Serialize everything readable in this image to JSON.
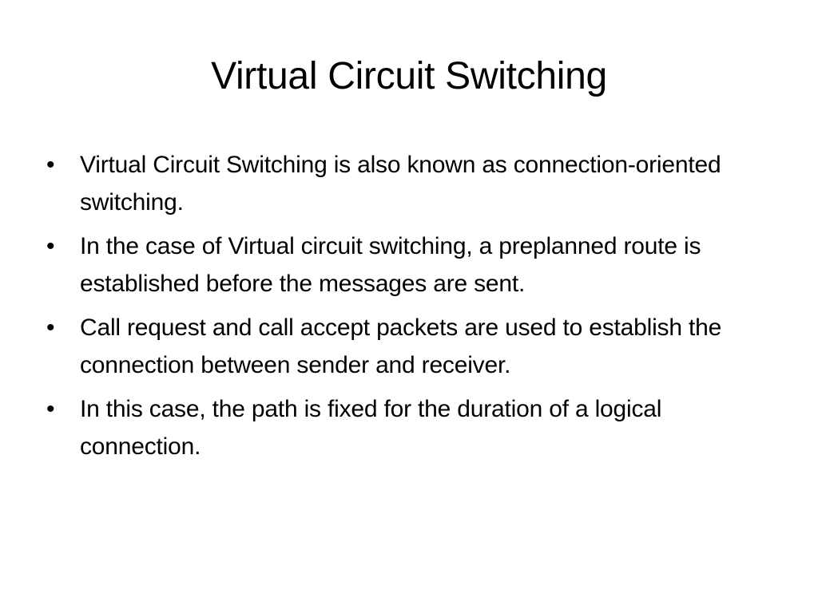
{
  "slide": {
    "title": "Virtual Circuit Switching",
    "bullet_marker": "•",
    "bullets": [
      {
        "text": "Virtual Circuit Switching is also known as connection-oriented switching."
      },
      {
        "text": "In the case of Virtual circuit switching, a preplanned route is established before the messages are sent."
      },
      {
        "text": "Call request and call accept packets are used to establish the connection between sender and receiver."
      },
      {
        "text": "In this case, the path is fixed for the duration of a logical connection."
      }
    ]
  }
}
